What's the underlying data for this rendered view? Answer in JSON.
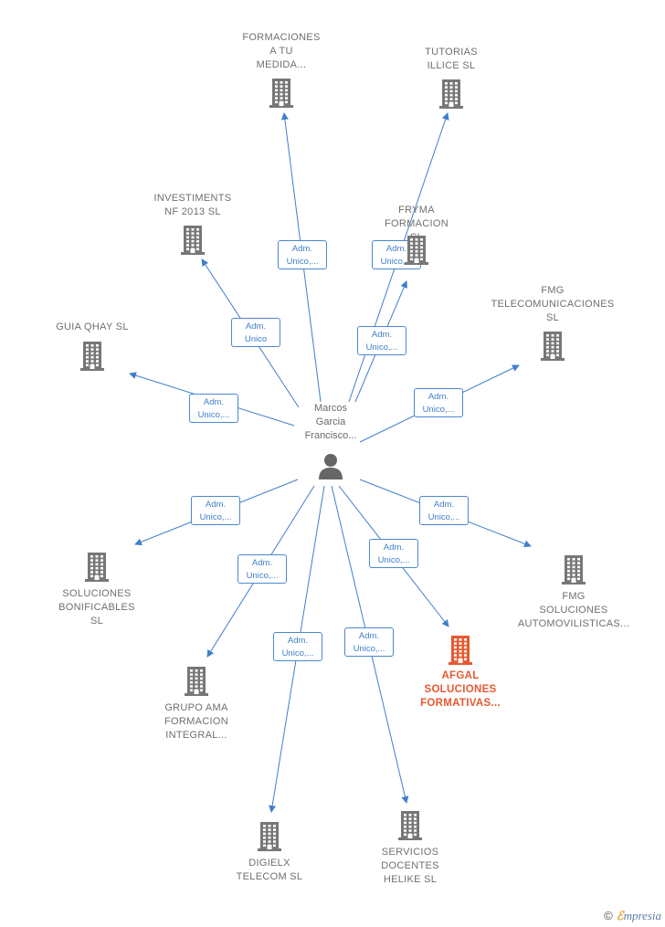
{
  "colors": {
    "edge": "#3f7fcc",
    "company": "#777777",
    "highlight": "#e8582f",
    "person": "#666666"
  },
  "center": {
    "label": "Marcos\nGarcia\nFrancisco..."
  },
  "companies": [
    {
      "id": "formaciones",
      "label": "FORMACIONES\nA TU\nMEDIDA...",
      "edge_label": "Adm.\nUnico,..."
    },
    {
      "id": "tutorias",
      "label": "TUTORIAS\nILLICE  SL",
      "edge_label": "Adm.\nUnico,..."
    },
    {
      "id": "investiments",
      "label": "INVESTIMENTS\nNF 2013  SL",
      "edge_label": "Adm.\nUnico"
    },
    {
      "id": "fryma",
      "label": "FRYMA\nFORMACION\nSL",
      "edge_label": "Adm.\nUnico,..."
    },
    {
      "id": "guia",
      "label": "GUIA QHAY  SL",
      "edge_label": "Adm.\nUnico,..."
    },
    {
      "id": "fmg-telecom",
      "label": "FMG\nTELECOMUNICACIONES\nSL",
      "edge_label": "Adm.\nUnico,..."
    },
    {
      "id": "soluciones",
      "label": "SOLUCIONES\nBONIFICABLES\nSL",
      "edge_label": "Adm.\nUnico,..."
    },
    {
      "id": "fmg-auto",
      "label": "FMG\nSOLUCIONES\nAUTOMOVILISTICAS...",
      "edge_label": "Adm.\nUnico,..."
    },
    {
      "id": "grupo-ama",
      "label": "GRUPO AMA\nFORMACION\nINTEGRAL...",
      "edge_label": "Adm.\nUnico,..."
    },
    {
      "id": "afgal",
      "label": "AFGAL\nSOLUCIONES\nFORMATIVAS...",
      "edge_label": "Adm.\nUnico,...",
      "highlight": true
    },
    {
      "id": "digielx",
      "label": "DIGIELX\nTELECOM  SL",
      "edge_label": "Adm.\nUnico,..."
    },
    {
      "id": "servicios",
      "label": "SERVICIOS\nDOCENTES\nHELIKE  SL",
      "edge_label": "Adm.\nUnico,..."
    }
  ],
  "fryma_edge_label_2": "Adm.\nUnico,...",
  "copyright": {
    "symbol": "©",
    "brand_first": "ℰ",
    "brand_rest": "mpresia"
  }
}
